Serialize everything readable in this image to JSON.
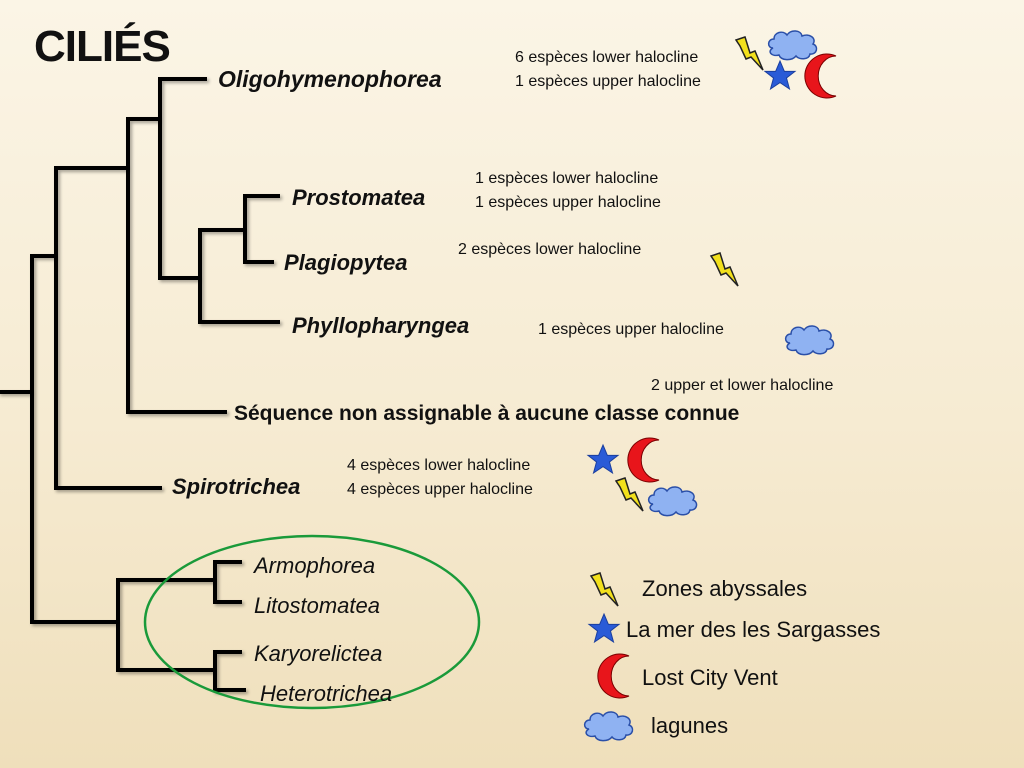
{
  "title": "CILIÉS",
  "taxa": {
    "oligohymenophorea": "Oligohymenophorea",
    "prostomatea": "Prostomatea",
    "plagiopytea": "Plagiopytea",
    "phyllopharyngea": "Phyllopharyngea",
    "sequence": "Séquence non assignable à aucune classe connue",
    "spirotrichea": "Spirotrichea",
    "armophorea": "Armophorea",
    "litostomatea": "Litostomatea",
    "karyorelictea": "Karyorelictea",
    "heterotrichea": "Heterotrichea"
  },
  "notes": {
    "oligo_lower": "6 espèces lower halocline",
    "oligo_upper": "1 espèces upper halocline",
    "prost_lower": "1 espèces lower halocline",
    "prost_upper": "1 espèces upper halocline",
    "plagio_lower": "2 espèces lower halocline",
    "phyllo_upper": "1 espèces upper halocline",
    "seq_both": "2 upper  et lower halocline",
    "spiro_lower": "4 espèces lower halocline",
    "spiro_upper": "4 espèces upper halocline"
  },
  "legend": {
    "abyssal": "Zones abyssales",
    "sargasso": "La mer des les Sargasses",
    "lostcity": "Lost City Vent",
    "lagoons": "lagunes"
  },
  "colors": {
    "branch": "#000000",
    "lightning": "#f2e01c",
    "star": "#2a5bd7",
    "crescent": "#e8151b",
    "cloud": "#8fb2f2",
    "ellipse": "#1a9a3a"
  },
  "icons": [
    "lightning-icon",
    "star-icon",
    "crescent-icon",
    "cloud-icon"
  ]
}
